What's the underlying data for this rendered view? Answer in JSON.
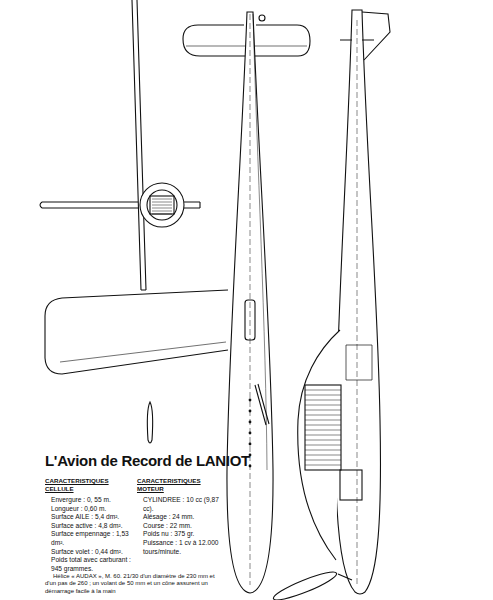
{
  "diagram": {
    "title": "L'Avion de Record de LANIOT",
    "labels": [
      "CARACTERISTIQUES CELLULE",
      "Envergure : 0, 55 m.",
      "Longueur : 0,60 m.",
      "Surface AILE : 5,4 dm².",
      "Surface active : 4,8 dm².",
      "Surface empennage : 1,53 dm².",
      "Surface volet : 0,44 dm².",
      "Poids total avec carburant : 945 grammes.",
      "CARACTERISTIQUES MOTEUR",
      "CYLINDREE : 10 cc (9,87 cc).",
      "Alésage : 24 mm.",
      "Course : 22 mm.",
      "Poids nu : 375 gr.",
      "Puissance : 1 cv à 12.000 tours/minute.",
      "Hélice « AUDAX », M. 60. 21/30 d'un diamètre de 230 mm et d'un pas de 260 ; un volant de 50 mm et un cône assurent un démarrage facile à la main"
    ]
  }
}
